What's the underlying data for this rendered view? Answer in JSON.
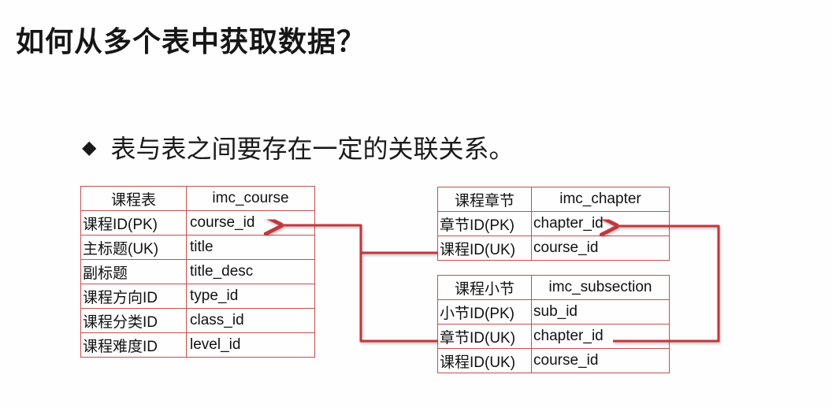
{
  "slide": {
    "title": "如何从多个表中获取数据？",
    "bullet": "表与表之间要存在一定的关联关系。"
  },
  "tables": {
    "course": {
      "header": [
        "课程表",
        "imc_course"
      ],
      "rows": [
        [
          "课程ID(PK)",
          "course_id"
        ],
        [
          "主标题(UK)",
          "title"
        ],
        [
          "副标题",
          "title_desc"
        ],
        [
          "课程方向ID",
          "type_id"
        ],
        [
          "课程分类ID",
          "class_id"
        ],
        [
          "课程难度ID",
          "level_id"
        ]
      ]
    },
    "chapter": {
      "header": [
        "课程章节",
        "imc_chapter"
      ],
      "rows": [
        [
          "章节ID(PK)",
          "chapter_id"
        ],
        [
          "课程ID(UK)",
          "course_id"
        ]
      ]
    },
    "subsection": {
      "header": [
        "课程小节",
        "imc_subsection"
      ],
      "rows": [
        [
          "小节ID(PK)",
          "sub_id"
        ],
        [
          "章节ID(UK)",
          "chapter_id"
        ],
        [
          "课程ID(UK)",
          "course_id"
        ]
      ]
    }
  },
  "colors": {
    "border": "#c84e4e",
    "arrow": "#c0393e"
  }
}
